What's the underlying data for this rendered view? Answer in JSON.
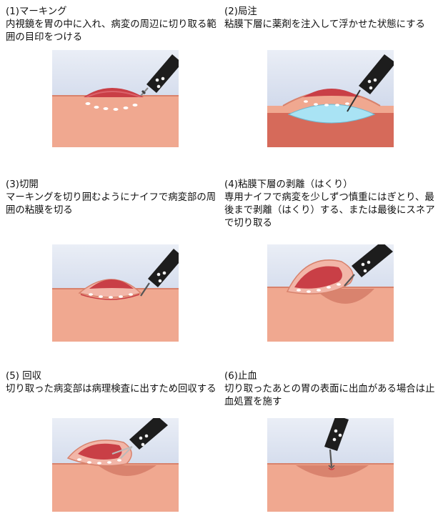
{
  "colors": {
    "background": "#ffffff",
    "sky_top": "#eaeef6",
    "sky_bottom": "#bfcbe4",
    "stomach_wall": "#f0a890",
    "stomach_wall_dark": "#d8826c",
    "submucosa": "#d66a5a",
    "lesion": "#c93f46",
    "lesion_pale": "#f2b6a8",
    "injected_fluid": "#a9e3f4",
    "marking_dots": "#ffffff",
    "endoscope": "#1d1d1d",
    "endoscope_light": "#f2f2f2"
  },
  "steps": [
    {
      "title": "(1)マーキング",
      "description": "内視鏡を胃の中に入れ、病変の周辺に切り取る範囲の目印をつける",
      "illustration": "marking"
    },
    {
      "title": "(2)局注",
      "description": "粘膜下層に薬剤を注入して浮かせた状態にする",
      "illustration": "injection"
    },
    {
      "title": "(3)切開",
      "description": "マーキングを切り囲むようにナイフで病変部の周囲の粘膜を切る",
      "illustration": "incision"
    },
    {
      "title": "(4)粘膜下層の剥離（はくり）",
      "description": "専用ナイフで病変を少しずつ慎重にはぎとり、最後まで剥離（はくり）する、または最後にスネアで切り取る",
      "illustration": "dissection"
    },
    {
      "title": "(5) 回収",
      "description": "切り取った病変部は病理検査に出すため回収する",
      "illustration": "retrieval"
    },
    {
      "title": "(6)止血",
      "description": "切り取ったあとの胃の表面に出血がある場合は止血処置を施す",
      "illustration": "hemostasis"
    }
  ]
}
